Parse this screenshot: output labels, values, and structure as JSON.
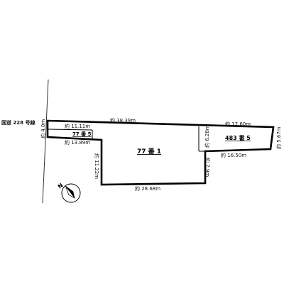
{
  "road": {
    "name": "国道 228 号線",
    "width_label": "約 4.0m"
  },
  "parcels": {
    "main": {
      "label": "77 番 1"
    },
    "small": {
      "label": "77 番 5"
    },
    "east": {
      "label": "483 番 5"
    }
  },
  "dimensions": {
    "north_main": "約 38.39m",
    "north_east": "約 17.60m",
    "north_small": "約 11.11m",
    "south_small": "約 13.89m",
    "west_lower": "約 11.22m",
    "south_main": "約 28.68m",
    "divider_upper": "約 6.28m",
    "divider_lower": "約 7.9m",
    "east_end": "約 5.67m",
    "south_east": "約 16.50m"
  },
  "compass": {
    "label": "N"
  },
  "colors": {
    "line": "#000000",
    "background": "#ffffff"
  }
}
